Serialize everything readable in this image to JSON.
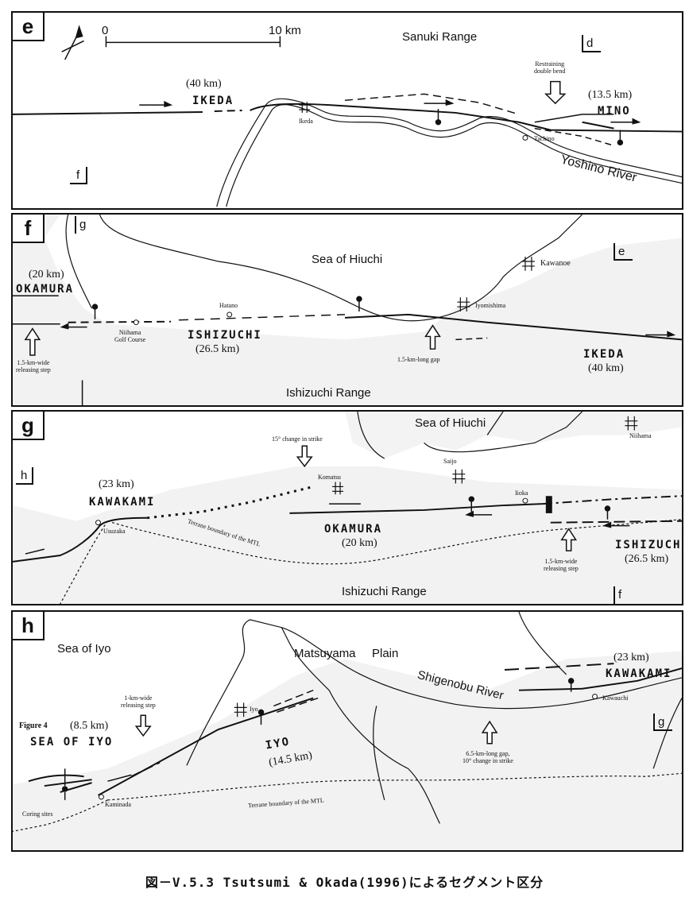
{
  "caption": "図－V.5.3 Tsutsumi & Okada(1996)によるセグメント区分",
  "panels": {
    "e": {
      "label": "e",
      "scale_zero": "0",
      "scale_ten": "10 km",
      "sanuki": "Sanuki Range",
      "ikeda_len": "(40 km)",
      "ikeda_seg": "IKEDA",
      "ikeda_town": "Ikeda",
      "mino_len": "(13.5 km)",
      "mino_seg": "MINO",
      "restraining": "Restraining\ndouble bend",
      "tachino": "Tachino",
      "yoshino": "Yoshino River",
      "ref_d": "d",
      "ref_f": "f"
    },
    "f": {
      "label": "f",
      "sea": "Sea of Hiuchi",
      "okamura_len": "(20 km)",
      "okamura_seg": "OKAMURA",
      "step": "1.5-km-wide\nreleasing step",
      "niihama_golf": "Niihama\nGolf Course",
      "hatano": "Hatano",
      "ishizuchi_seg": "ISHIZUCHI",
      "ishizuchi_len": "(26.5 km)",
      "iyomishima": "Iyomishima",
      "kawanoe": "Kawanoe",
      "gap": "1.5-km-long gap",
      "ikeda_seg": "IKEDA",
      "ikeda_len": "(40 km)",
      "range": "Ishizuchi Range",
      "ref_g": "g",
      "ref_e": "e"
    },
    "g": {
      "label": "g",
      "sea": "Sea of Hiuchi",
      "niihama": "Niihama",
      "strike": "15° change in strike",
      "komatsu": "Komatsu",
      "saijo": "Saijo",
      "iioka": "Iioka",
      "kawakami_len": "(23 km)",
      "kawakami_seg": "KAWAKAMI",
      "usuzaka": "Usuzaka",
      "terrane": "Terrane boundary of the MTL",
      "okamura_seg": "OKAMURA",
      "okamura_len": "(20 km)",
      "step": "1.5-km-wide\nreleasing step",
      "ishizuchi_seg": "ISHIZUCHI",
      "ishizuchi_len": "(26.5 km)",
      "range": "Ishizuchi Range",
      "ref_h": "h",
      "ref_f": "f"
    },
    "h": {
      "label": "h",
      "sea": "Sea of Iyo",
      "matsuyama": "Matsuyama",
      "plain": "Plain",
      "kawakami_len": "(23 km)",
      "kawakami_seg": "KAWAKAMI",
      "shigenobu": "Shigenobu River",
      "step": "1-km-wide\nreleasing step",
      "iyo_town": "Iyo",
      "kawauchi": "Kawauchi",
      "figure4": "Figure 4",
      "seaofiyo_len": "(8.5 km)",
      "seaofiyo_seg": "SEA OF IYO",
      "iyo_seg": "IYO",
      "iyo_len": "(14.5 km)",
      "gap": "6.5-km-long gap,\n10° change in strike",
      "coring": "Coring sites",
      "kaminada": "Kaminada",
      "terrane": "Terrane boundary of the MTL",
      "ref_g": "g"
    }
  }
}
